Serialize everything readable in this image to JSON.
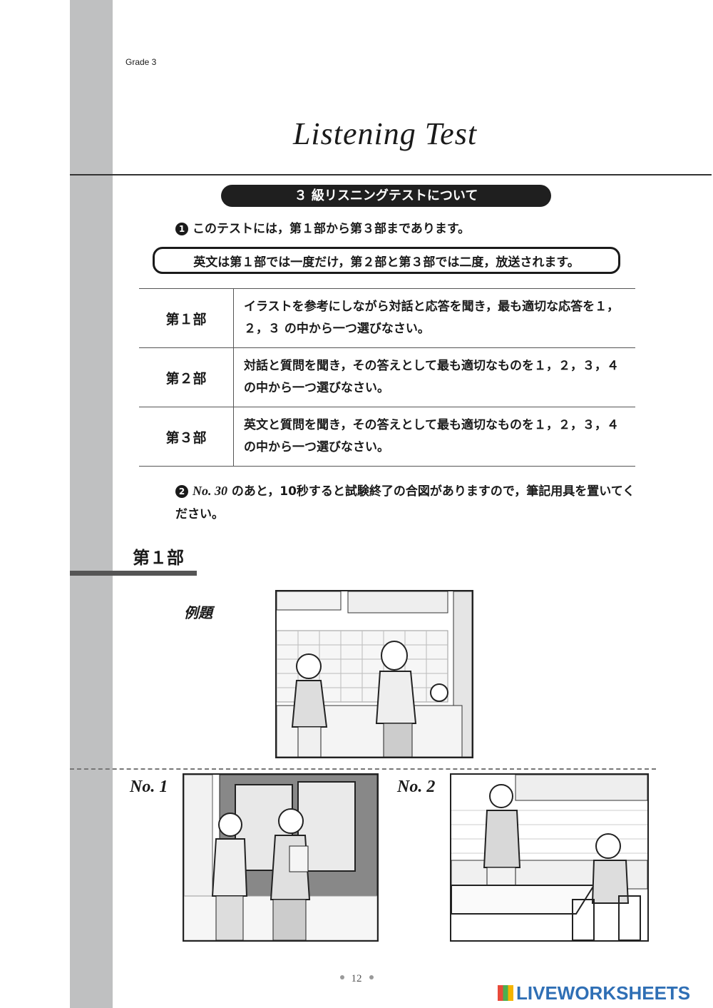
{
  "header": {
    "grade": "Grade 3",
    "title": "Listening  Test"
  },
  "intro": {
    "pill": "３ 級リスニングテストについて",
    "note1_num": "1",
    "note1": "このテストには，第１部から第３部まであります。",
    "boxed": "英文は第１部では一度だけ，第２部と第３部では二度，放送されます。"
  },
  "parts": [
    {
      "label": "第１部",
      "desc": "イラストを参考にしながら対話と応答を聞き，最も適切な応答を１，２，３ の中から一つ選びなさい。"
    },
    {
      "label": "第２部",
      "desc": "対話と質問を聞き，その答えとして最も適切なものを１，２，３，４ の中から一つ選びなさい。"
    },
    {
      "label": "第３部",
      "desc": "英文と質問を聞き，その答えとして最も適切なものを１，２，３，４ の中から一つ選びなさい。"
    }
  ],
  "note2": {
    "num": "2",
    "item": "No. 30",
    "text": " のあと，10秒すると試験終了の合図がありますので，筆記用具を置いてください。"
  },
  "section": {
    "heading": "第１部",
    "example": "例題"
  },
  "questions": [
    {
      "label": "No. 1"
    },
    {
      "label": "No. 2"
    }
  ],
  "footer": {
    "page": "12",
    "watermark": "LIVEWORKSHEETS"
  }
}
